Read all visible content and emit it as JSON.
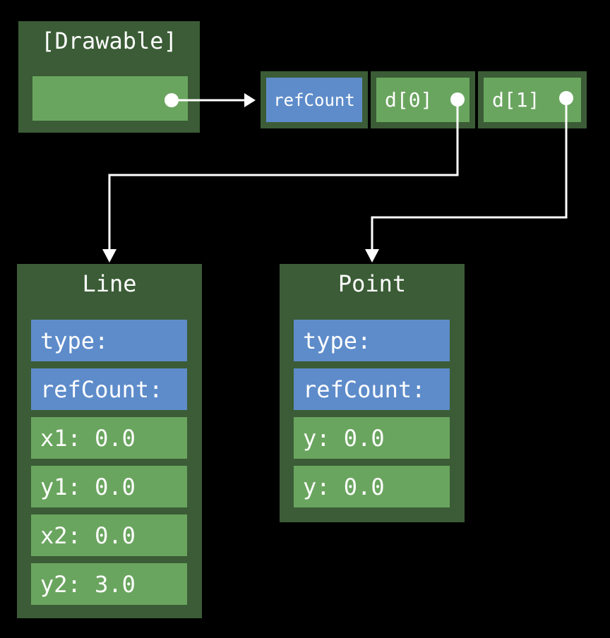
{
  "colors": {
    "background": "#000000",
    "box_dark_green": "#3b5c36",
    "cell_green": "#6aa55f",
    "cell_blue": "#5e8cca",
    "text": "#ffffff",
    "arrow": "#ffffff"
  },
  "drawable_array": {
    "title": "[Drawable]",
    "slots": [
      {
        "label": "",
        "points_to": "heap_array"
      }
    ]
  },
  "heap_array": {
    "cells": [
      {
        "label": "refCount",
        "style": "blue"
      },
      {
        "label": "d[0]",
        "style": "green",
        "points_to": "line_struct"
      },
      {
        "label": "d[1]",
        "style": "green",
        "points_to": "point_struct"
      }
    ]
  },
  "line_struct": {
    "title": "Line",
    "fields": [
      {
        "label": "type:",
        "style": "blue"
      },
      {
        "label": "refCount:",
        "style": "blue"
      },
      {
        "label": "x1: 0.0",
        "style": "green"
      },
      {
        "label": "y1: 0.0",
        "style": "green"
      },
      {
        "label": "x2: 0.0",
        "style": "green"
      },
      {
        "label": "y2: 3.0",
        "style": "green"
      }
    ]
  },
  "point_struct": {
    "title": "Point",
    "fields": [
      {
        "label": "type:",
        "style": "blue"
      },
      {
        "label": "refCount:",
        "style": "blue"
      },
      {
        "label": "y: 0.0",
        "style": "green"
      },
      {
        "label": "y: 0.0",
        "style": "green"
      }
    ]
  },
  "connections": [
    {
      "from": "drawable-slot",
      "to": "heap-array"
    },
    {
      "from": "heap-array-d0",
      "to": "line-struct"
    },
    {
      "from": "heap-array-d1",
      "to": "point-struct"
    }
  ]
}
